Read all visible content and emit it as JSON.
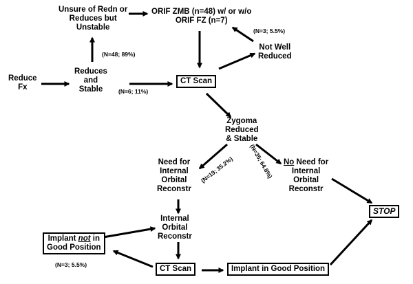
{
  "nodes": {
    "reduce_fx": [
      "Reduce",
      "Fx"
    ],
    "unsure": [
      "Unsure of Redn or",
      "Reduces but",
      "Unstable"
    ],
    "orif_line1": "ORIF ZMB (n=48) w/ or w/o",
    "orif_line2": "ORIF FZ (n=7)",
    "reduces_stable": [
      "Reduces",
      "and",
      "Stable"
    ],
    "ct_scan_1": "CT Scan",
    "not_well": [
      "Not Well",
      "Reduced"
    ],
    "zygoma": [
      "Zygoma",
      "Reduced",
      "& Stable"
    ],
    "need": [
      "Need for",
      "Internal",
      "Orbital",
      "Reconstr"
    ],
    "no_need_underlined": "No",
    "no_need_rest": " Need for",
    "no_need_lines": [
      "Internal",
      "Orbital",
      "Reconstr"
    ],
    "recon": [
      "Internal",
      "Orbital",
      "Reconstr"
    ],
    "implant_not_a": "Implant ",
    "implant_not_em": "not",
    "implant_not_b": " in",
    "implant_not_line2": "Good Position",
    "ct_scan_2": "CT Scan",
    "implant_good": "Implant in Good Position",
    "stop": "STOP"
  },
  "labels": {
    "n48": "(N=48; 89%)",
    "n6": "(N=6; 11%)",
    "n3_top": "(N=3; 5.5%)",
    "n19": "(N=19; 35.2%)",
    "n35": "(N=35; 64.8%)",
    "n3_bottom": "(N=3; 5.5%)"
  }
}
